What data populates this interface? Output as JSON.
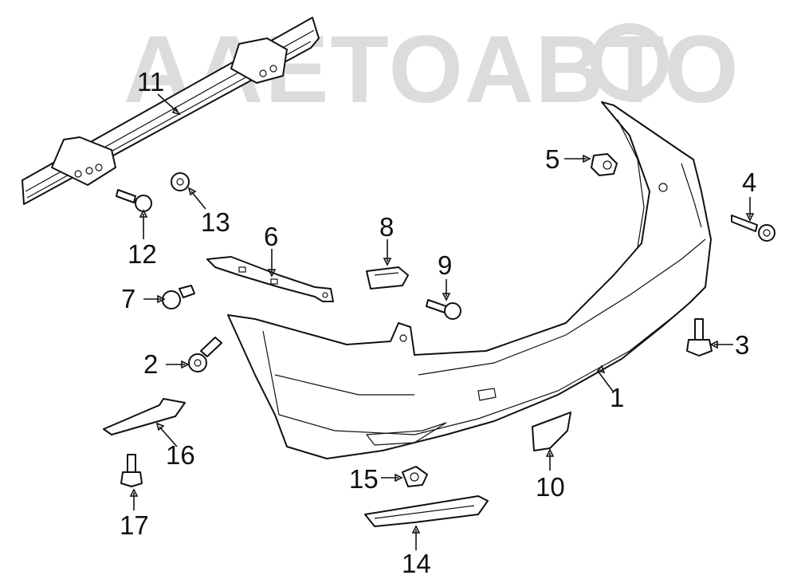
{
  "watermark": {
    "text": "AAETOABTO",
    "color": "#d9d9d9"
  },
  "callouts": {
    "c1": "1",
    "c2": "2",
    "c3": "3",
    "c4": "4",
    "c5": "5",
    "c6": "6",
    "c7": "7",
    "c8": "8",
    "c9": "9",
    "c10": "10",
    "c11": "11",
    "c12": "12",
    "c13": "13",
    "c14": "14",
    "c15": "15",
    "c16": "16",
    "c17": "17"
  },
  "line_color": "#111111"
}
